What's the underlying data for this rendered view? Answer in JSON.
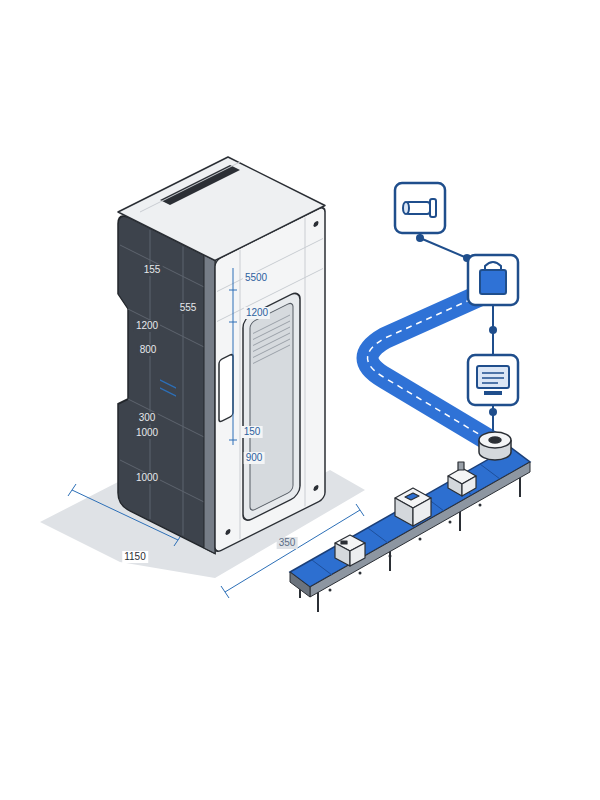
{
  "diagram": {
    "labels": [
      "155",
      "5500",
      "555",
      "1200",
      "1200",
      "800",
      "300",
      "1000",
      "150",
      "900",
      "1000",
      "1150",
      "350"
    ]
  }
}
